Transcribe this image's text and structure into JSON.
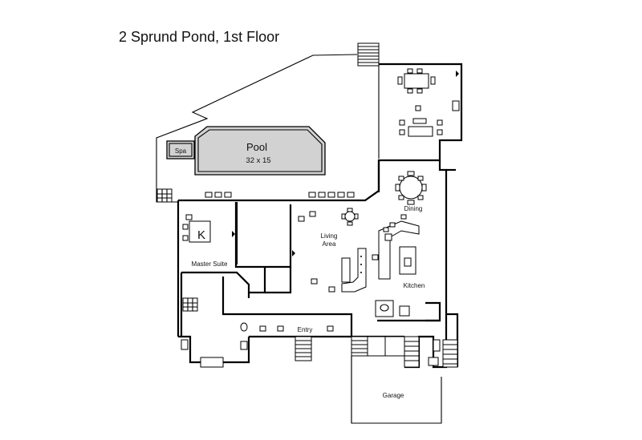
{
  "title": "2 Sprund Pond, 1st Floor",
  "labels": {
    "pool": "Pool",
    "pool_size": "32 x 15",
    "spa": "Spa",
    "dining": "Dining",
    "living_line1": "Living",
    "living_line2": "Area",
    "kitchen": "Kitchen",
    "master_suite": "Master Suite",
    "entry": "Entry",
    "garage": "Garage",
    "king_bed": "K"
  },
  "colors": {
    "wall": "#000000",
    "pool_fill": "#d2d2d2",
    "background": "#ffffff"
  }
}
